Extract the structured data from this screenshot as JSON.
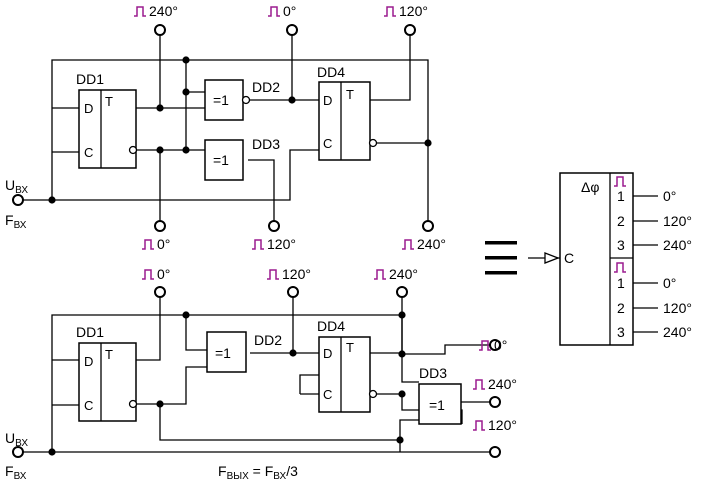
{
  "labels": {
    "dd1": "DD1",
    "dd2": "DD2",
    "dd3": "DD3",
    "dd4": "DD4",
    "xor": "=1",
    "d": "D",
    "t": "T",
    "c": "C",
    "u": "U",
    "f": "F",
    "vx": "ВХ",
    "vyx": "ВЫХ",
    "formula_f": "F",
    "formula_eq": " = F",
    "formula_tail": "/3",
    "equiv": "≡",
    "dphi": "Δφ"
  },
  "phases": {
    "p0": "0°",
    "p120": "120°",
    "p240": "240°"
  },
  "block": {
    "outputs": [
      "1",
      "2",
      "3",
      "1",
      "2",
      "3"
    ],
    "phases": [
      "0°",
      "120°",
      "240°",
      "0°",
      "120°",
      "240°"
    ]
  },
  "colors": {
    "pulse": "#9b1b8f",
    "line": "#000000"
  }
}
